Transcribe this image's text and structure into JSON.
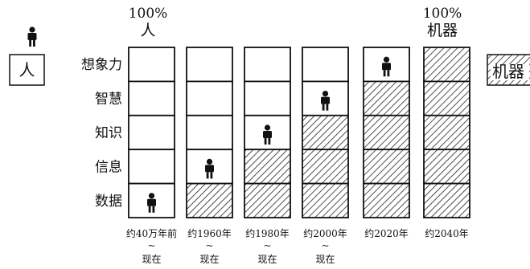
{
  "left_figure": {
    "label": "人",
    "icon": "person-icon"
  },
  "right_figure": {
    "label": "机器"
  },
  "top_left": {
    "percent": "100%",
    "label": "人"
  },
  "top_right": {
    "percent": "100%",
    "label": "机器"
  },
  "levels": [
    "想象力",
    "智慧",
    "知识",
    "信息",
    "数据"
  ],
  "eras": [
    {
      "label": "约40万年前",
      "sub_tilde": "~",
      "sub": "现在",
      "machine_levels": 0
    },
    {
      "label": "约1960年",
      "sub_tilde": "~",
      "sub": "现在",
      "machine_levels": 1
    },
    {
      "label": "约1980年",
      "sub_tilde": "~",
      "sub": "现在",
      "machine_levels": 2
    },
    {
      "label": "约2000年",
      "sub_tilde": "~",
      "sub": "现在",
      "machine_levels": 3
    },
    {
      "label": "约2020年",
      "sub_tilde": "",
      "sub": "",
      "machine_levels": 4
    },
    {
      "label": "约2040年",
      "sub_tilde": "",
      "sub": "",
      "machine_levels": 5
    }
  ],
  "colors": {
    "line": "#111111",
    "hatch": "#222222",
    "background": "#ffffff"
  }
}
